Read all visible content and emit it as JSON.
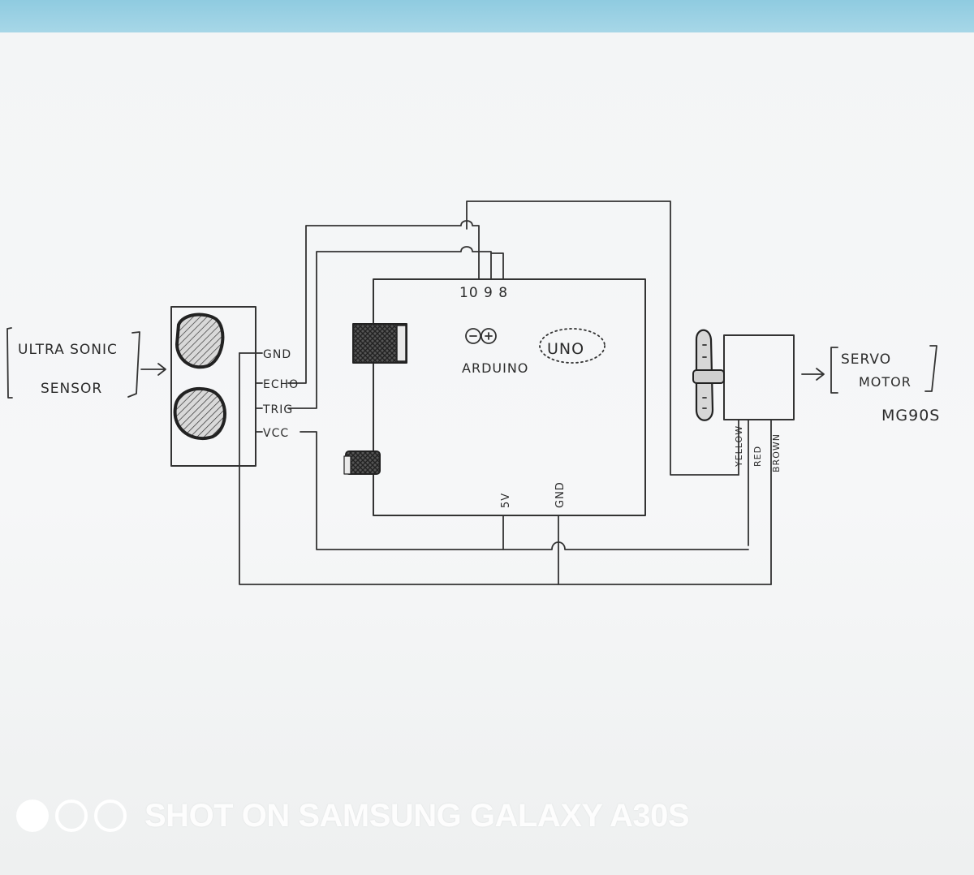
{
  "diagram": {
    "sensor_label": {
      "line1": "ULTRA SONIC",
      "line2": "SENSOR"
    },
    "sensor_pins": [
      "GND",
      "ECHO",
      "TRIG",
      "VCC"
    ],
    "arduino": {
      "brand": "ARDUINO",
      "model": "UNO",
      "logo_symbols": "⊝⊕",
      "top_pins": "10 9 8",
      "bottom_pins": [
        "5V",
        "GND"
      ]
    },
    "servo_label": {
      "line1": "SERVO",
      "line2": "MOTOR",
      "model": "MG90S"
    },
    "servo_wires": [
      "YELLOW",
      "RED",
      "BROWN"
    ]
  },
  "watermark": {
    "text": "SHOT ON SAMSUNG GALAXY A30S",
    "icon": "camera-lens-circles"
  }
}
